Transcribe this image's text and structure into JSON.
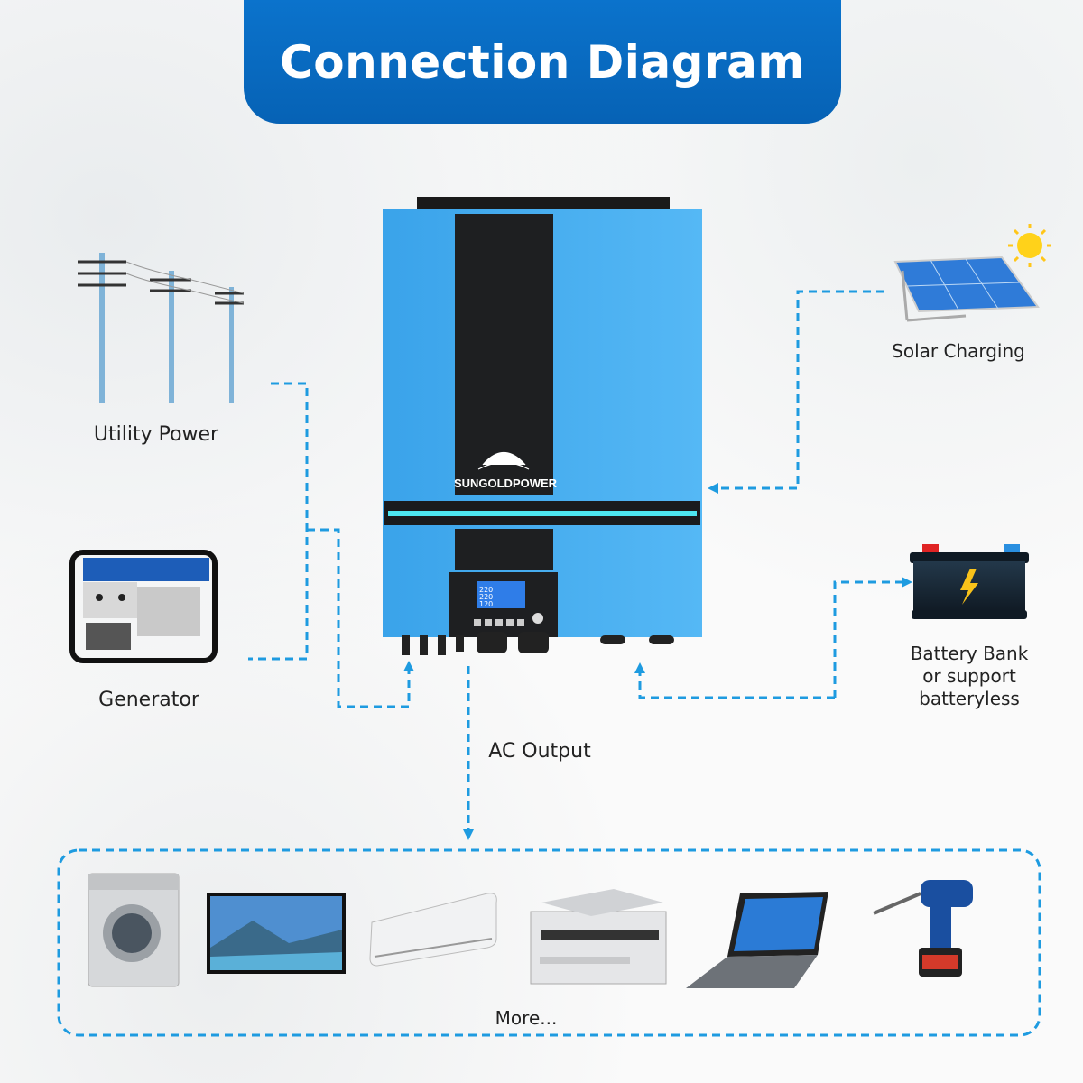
{
  "title": "Connection Diagram",
  "inverter": {
    "brand": "SUNGOLDPOWER",
    "lcd_readings": [
      "220",
      "220",
      "120"
    ]
  },
  "sources": {
    "utility": "Utility Power",
    "generator": "Generator",
    "solar": "Solar Charging",
    "battery_line1": "Battery Bank",
    "battery_line2": "or  support",
    "battery_line3": "batteryless"
  },
  "output": {
    "label": "AC Output",
    "more": "More..."
  },
  "appliances": [
    "washing-machine",
    "tv",
    "air-conditioner",
    "printer",
    "laptop",
    "power-drill"
  ],
  "colors": {
    "banner": "#0a6bc4",
    "inverter": "#3fa9ef",
    "connector": "#1e9be0",
    "band_light": "#4de6f0"
  }
}
